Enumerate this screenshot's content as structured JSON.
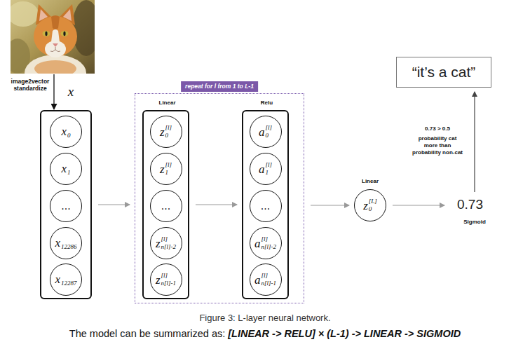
{
  "diagram": {
    "caption": "Figure 3: L-layer neural network.",
    "nodes": [
      {
        "text": [
          "x"
        ]
      },
      {
        "text": [
          "x",
          "0"
        ],
        "in": 0
      },
      {
        "text": [
          "x",
          "1"
        ],
        "in": 0
      },
      {
        "text": [
          "..."
        ],
        "in": 0
      },
      {
        "text": [
          "x",
          "12286"
        ],
        "in": 0
      },
      {
        "text": [
          "x",
          "12287"
        ],
        "in": 0
      },
      {
        "text": [
          "repeat for l from 1 to L-1"
        ]
      },
      {
        "text": [
          "Linear"
        ],
        "in": 6
      },
      {
        "text": [
          "z",
          "[l]",
          "0"
        ],
        "in": 7
      },
      {
        "text": [
          "z",
          "[l]",
          "1"
        ],
        "in": 7
      },
      {
        "text": [
          "..."
        ],
        "in": 7
      },
      {
        "text": [
          "z",
          "[l]",
          "n[l]-2"
        ],
        "in": 7
      },
      {
        "text": [
          "z",
          "[l]",
          "n[l]-1"
        ],
        "in": 7
      },
      {
        "text": [
          "Relu"
        ],
        "in": 6
      },
      {
        "text": [
          "a",
          "[l]",
          "0"
        ],
        "in": 13
      },
      {
        "text": [
          "a",
          "[l]",
          "1"
        ],
        "in": 13
      },
      {
        "text": [
          "..."
        ],
        "in": 13
      },
      {
        "text": [
          "a",
          "[l]",
          "n[l]-2"
        ],
        "in": 13
      },
      {
        "text": [
          "a",
          "[l]",
          "n[l]-1"
        ],
        "in": 13
      },
      {
        "text": [
          "Linear",
          "z",
          "[L]",
          "0"
        ]
      },
      {
        "text": [
          "“it’s a cat”"
        ]
      }
    ],
    "edges": [
      {
        "from": 0,
        "to": 6,
        "arrow": "to"
      },
      {
        "from": 7,
        "to": 13,
        "arrow": "to"
      },
      {
        "from": 6,
        "to": 19,
        "arrow": "to"
      }
    ],
    "labels": [
      "image2vector standardize",
      "0.73",
      "Sigmoid",
      "0.73 > 0.5",
      "probability cat more than probability non-cat",
      "The model can be summarized as:",
      "[LINEAR -> RELU] × (L-1) -> LINEAR -> SIGMOID"
    ]
  }
}
